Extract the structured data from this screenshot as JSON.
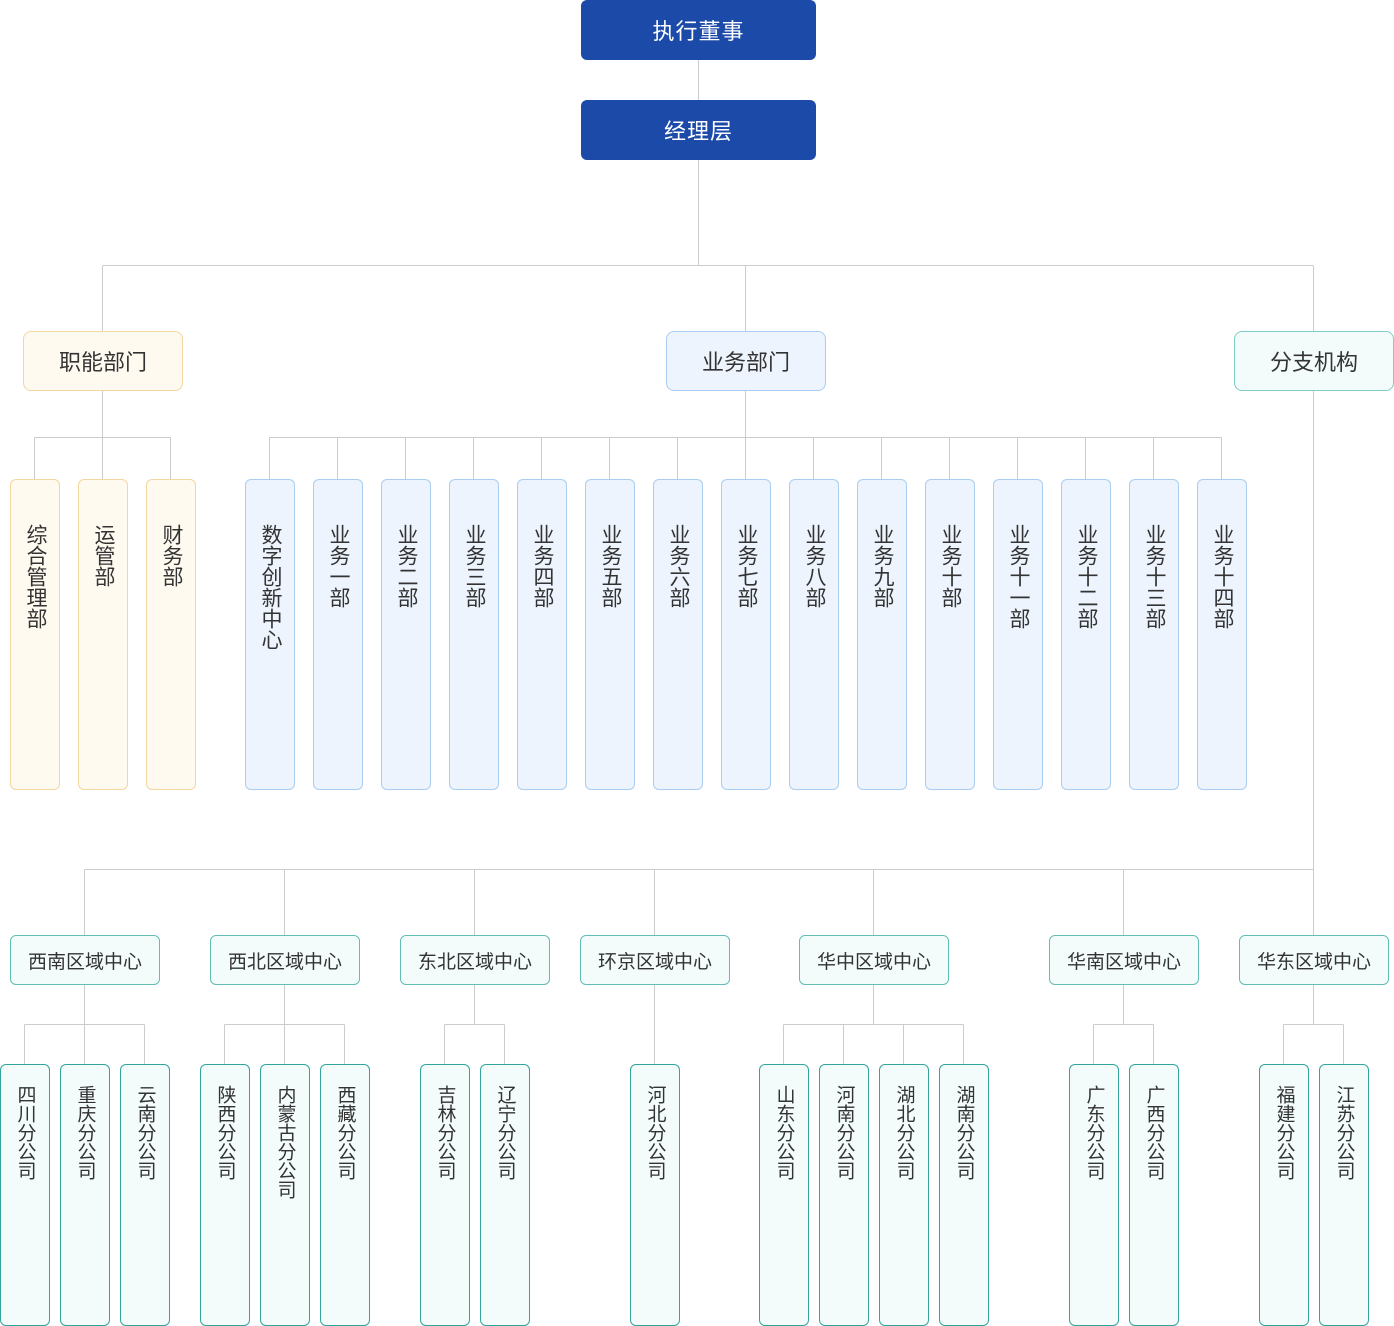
{
  "top": {
    "board": "执行董事",
    "management": "经理层"
  },
  "categories": {
    "functional": "职能部门",
    "business": "业务部门",
    "branch": "分支机构"
  },
  "functional_depts": [
    "综合管理部",
    "运管部",
    "财务部"
  ],
  "business_depts": [
    "数字创新中心",
    "业务一部",
    "业务二部",
    "业务三部",
    "业务四部",
    "业务五部",
    "业务六部",
    "业务七部",
    "业务八部",
    "业务九部",
    "业务十部",
    "业务十一部",
    "业务十二部",
    "业务十三部",
    "业务十四部"
  ],
  "regions": [
    {
      "name": "西南区域中心",
      "branches": [
        "四川分公司",
        "重庆分公司",
        "云南分公司"
      ]
    },
    {
      "name": "西北区域中心",
      "branches": [
        "陕西分公司",
        "内蒙古分公司",
        "西藏分公司"
      ]
    },
    {
      "name": "东北区域中心",
      "branches": [
        "吉林分公司",
        "辽宁分公司"
      ]
    },
    {
      "name": "环京区域中心",
      "branches": [
        "河北分公司"
      ]
    },
    {
      "name": "华中区域中心",
      "branches": [
        "山东分公司",
        "河南分公司",
        "湖北分公司",
        "湖南分公司"
      ]
    },
    {
      "name": "华南区域中心",
      "branches": [
        "广东分公司",
        "广西分公司"
      ]
    },
    {
      "name": "华东区域中心",
      "branches": [
        "福建分公司",
        "江苏分公司"
      ]
    }
  ],
  "colors": {
    "top_fill": "#1c4aa8",
    "functional_border": "#f3d6a1",
    "business_border": "#a9cdf1",
    "branch_border": "#33a49b",
    "line": "#cccccc"
  }
}
